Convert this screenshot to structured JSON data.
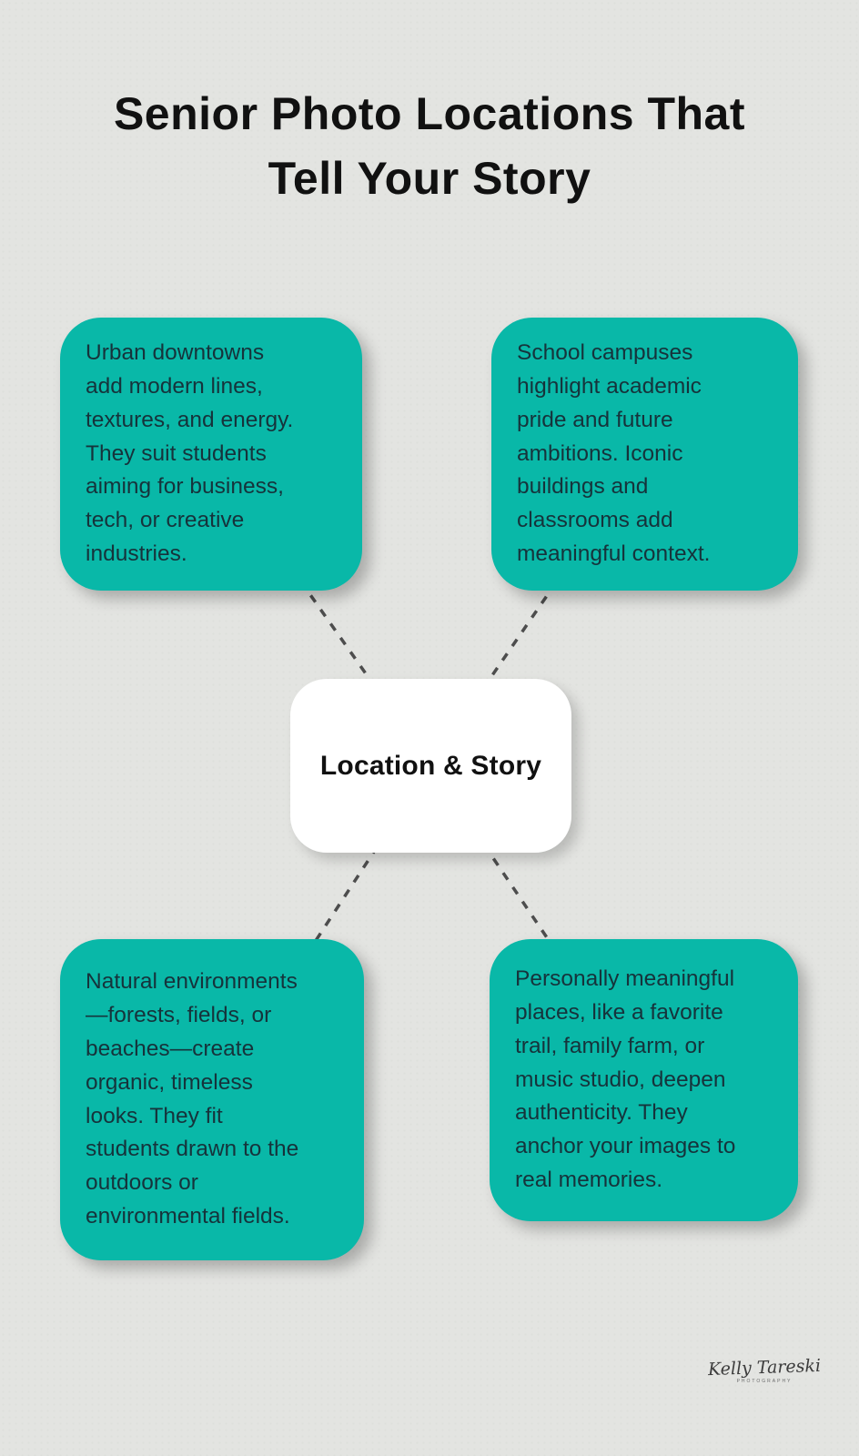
{
  "title": "Senior Photo Locations That\nTell Your Story",
  "center": {
    "label": "Location & Story"
  },
  "boxes": {
    "top_left": {
      "topic": "urban-downtowns",
      "text": "Urban downtowns\nadd modern lines,\ntextures, and energy.\nThey suit students\naiming for business,\ntech, or creative\nindustries."
    },
    "top_right": {
      "topic": "school-campuses",
      "text": "School campuses\nhighlight academic\npride and future\nambitions. Iconic\nbuildings and\nclassrooms add\nmeaningful context."
    },
    "bottom_left": {
      "topic": "natural-environments",
      "text": "Natural environments\n—forests, fields, or\nbeaches—create\norganic, timeless\nlooks. They fit\nstudents drawn to the\noutdoors or\nenvironmental fields."
    },
    "bottom_right": {
      "topic": "personal-places",
      "text": "Personally meaningful\nplaces, like a favorite\ntrail, family farm, or\nmusic studio, deepen\nauthenticity. They\nanchor your images to\nreal memories."
    }
  },
  "signature": {
    "name": "Kelly Tareski",
    "subtitle": "PHOTOGRAPHY"
  },
  "colors": {
    "background": "#e3e4e1",
    "box_teal": "#09b8a8",
    "center_white": "#ffffff",
    "dash": "#4d4d4d",
    "title_text": "#111111",
    "body_text": "#16333b"
  }
}
